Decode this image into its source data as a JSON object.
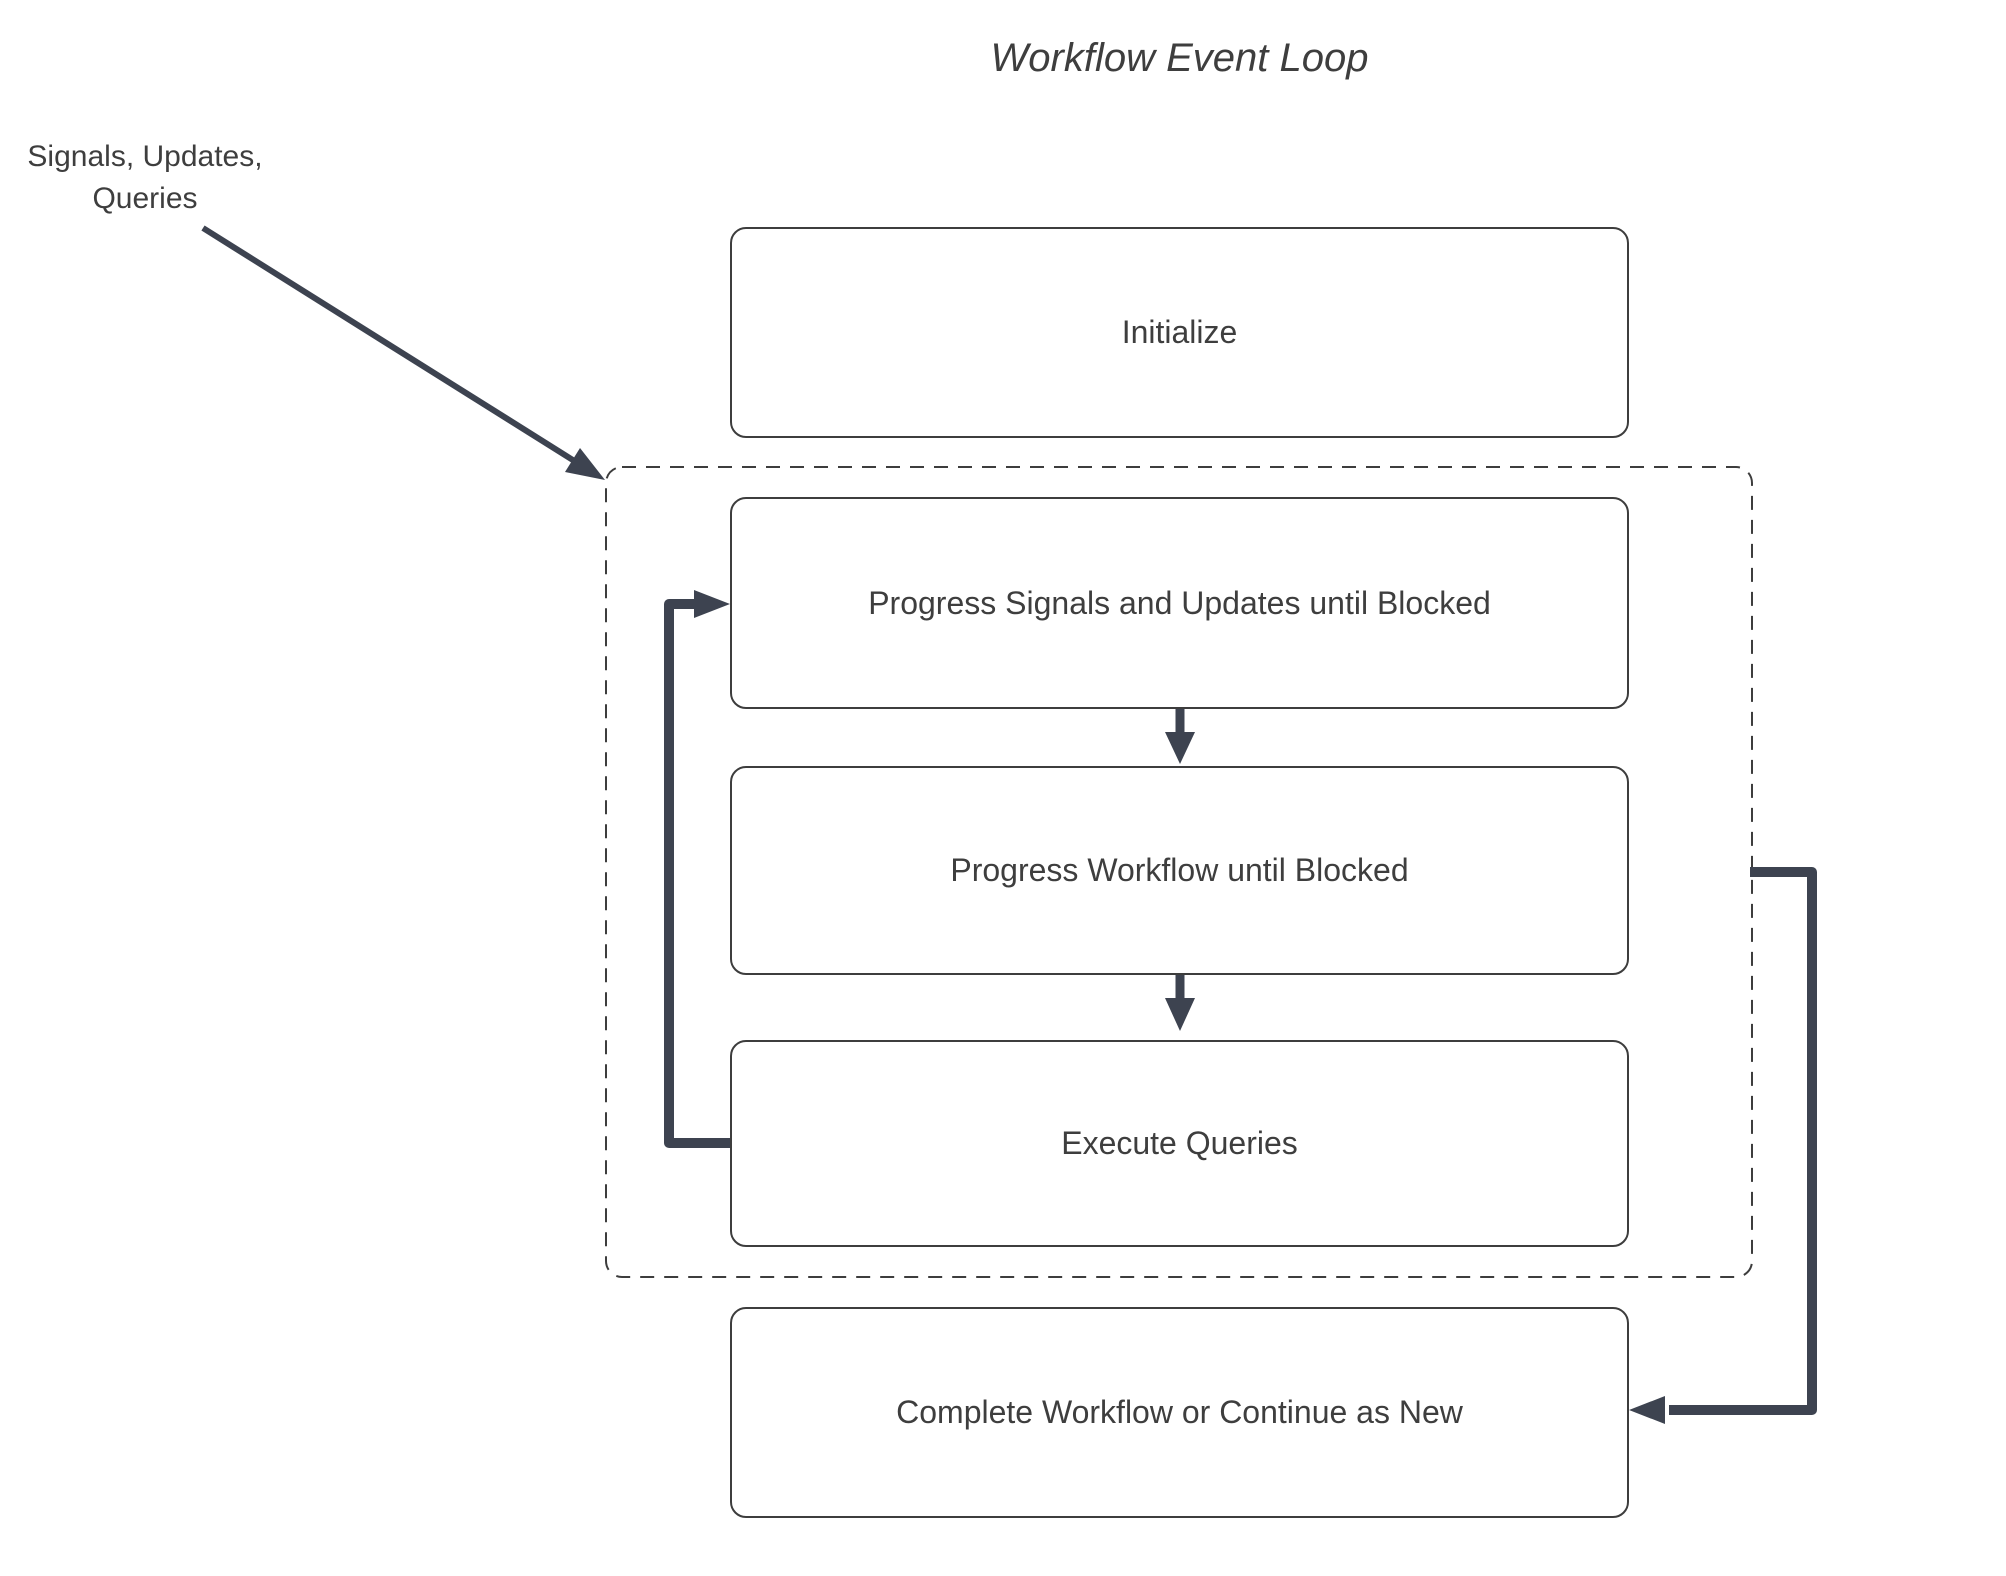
{
  "title": "Workflow Event Loop",
  "annotation": {
    "line1": "Signals, Updates,",
    "line2": "Queries"
  },
  "nodes": {
    "initialize": {
      "label": "Initialize"
    },
    "progress_signals": {
      "label": "Progress Signals and Updates until Blocked"
    },
    "progress_workflow": {
      "label": "Progress Workflow until Blocked"
    },
    "execute_queries": {
      "label": "Execute Queries"
    },
    "complete": {
      "label": "Complete Workflow or Continue as New"
    }
  },
  "colors": {
    "arrow": "#3d4350",
    "box_border": "#3d3d3d",
    "text": "#3e3e3e",
    "background": "#ffffff"
  }
}
